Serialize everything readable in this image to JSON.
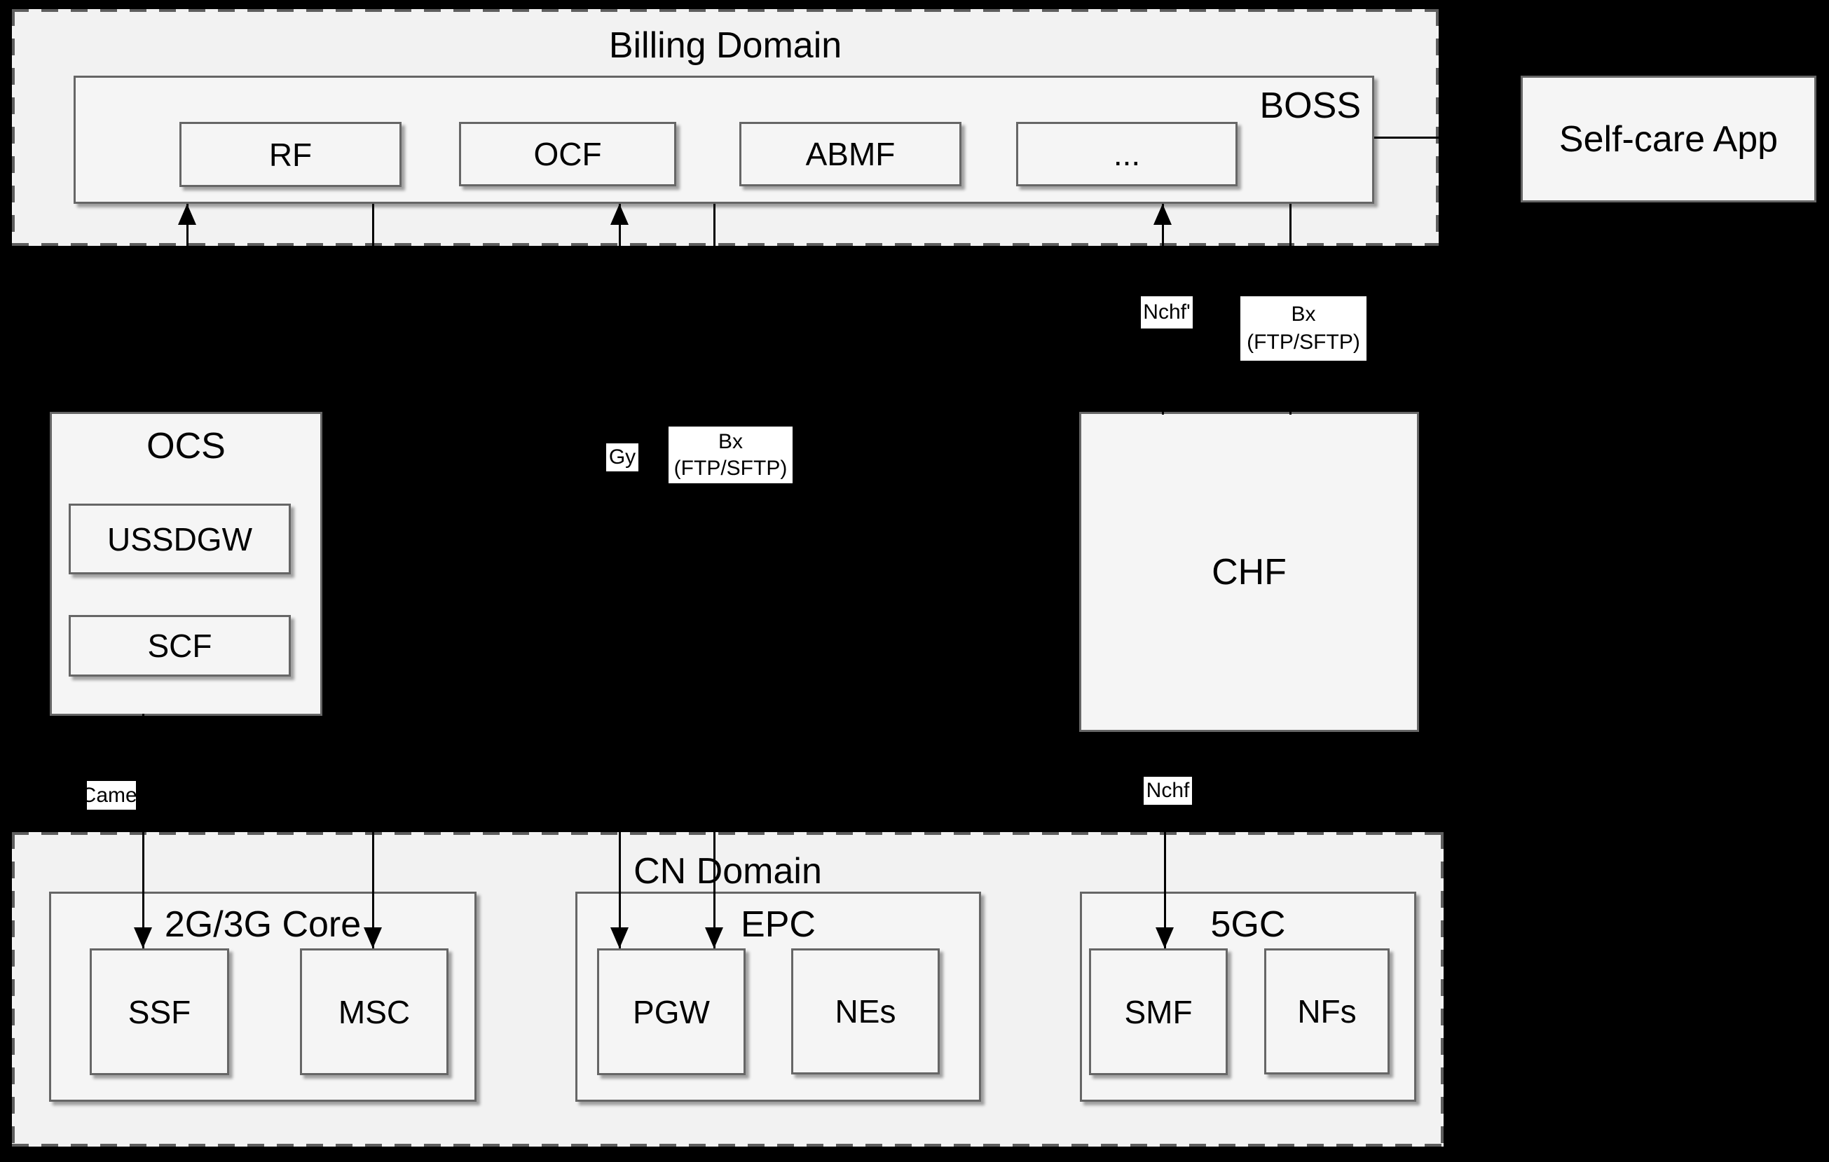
{
  "billing_domain": {
    "title": "Billing Domain",
    "boss_label": "BOSS",
    "components": [
      {
        "label": "RF"
      },
      {
        "label": "OCF"
      },
      {
        "label": "ABMF"
      },
      {
        "label": "..."
      }
    ]
  },
  "self_care_app": {
    "label": "Self-care App"
  },
  "ocs": {
    "title": "OCS",
    "components": [
      {
        "label": "USSDGW"
      },
      {
        "label": "SCF"
      }
    ]
  },
  "chf": {
    "label": "CHF"
  },
  "cn_domain": {
    "title": "CN Domain",
    "groups": [
      {
        "title": "2G/3G Core",
        "components": [
          {
            "label": "SSF"
          },
          {
            "label": "MSC"
          }
        ]
      },
      {
        "title": "EPC",
        "components": [
          {
            "label": "PGW"
          },
          {
            "label": "NEs"
          }
        ]
      },
      {
        "title": "5GC",
        "components": [
          {
            "label": "SMF"
          },
          {
            "label": "NFs"
          }
        ]
      }
    ]
  },
  "interfaces": {
    "nchf_prime": {
      "label": "Nchf'"
    },
    "bx_upper": {
      "line1": "Bx",
      "line2": "(FTP/SFTP)"
    },
    "gy": {
      "label": "Gy"
    },
    "bx_lower": {
      "line1": "Bx",
      "line2": "(FTP/SFTP)"
    },
    "camel": {
      "label": "Camel"
    },
    "nchf": {
      "label": "Nchf"
    }
  },
  "colors": {
    "background": "#000000",
    "container_fill": "#f2f2f2",
    "box_fill": "#f5f5f5",
    "border": "#666666",
    "dash_border": "#5e5e5e",
    "connector": "#000000",
    "interface_label_bg": "#ffffff",
    "text": "#000000"
  }
}
